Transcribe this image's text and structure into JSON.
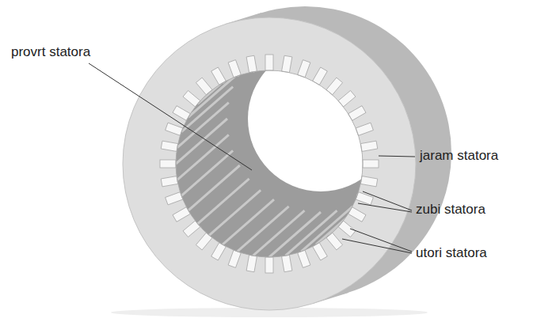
{
  "diagram": {
    "labels": [
      "provrt statora",
      "jaram statora",
      "zubi statora",
      "utori statora"
    ]
  }
}
